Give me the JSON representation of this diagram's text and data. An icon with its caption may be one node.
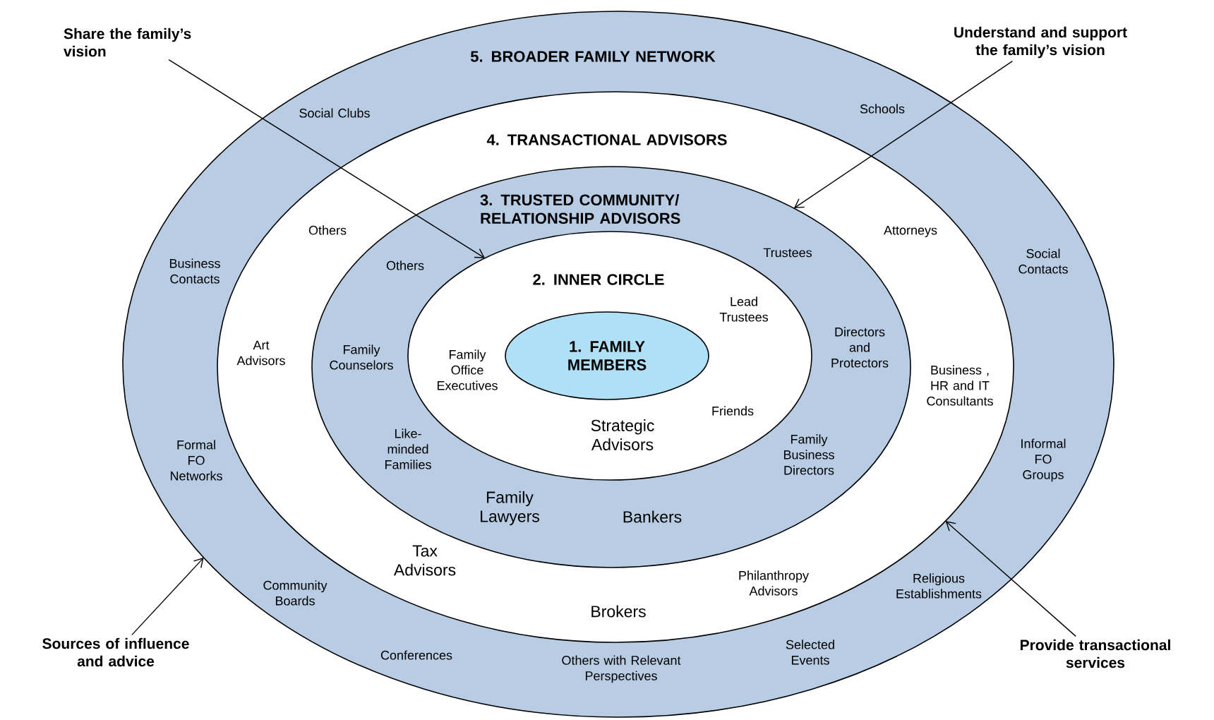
{
  "diagram": {
    "nodes": [
      {
        "text": [
          "5. BROADER FAMILY NETWORK",
          "Social Clubs",
          "Schools",
          "Business Contacts",
          "Social Contacts",
          "Formal FO Networks",
          "Informal FO Groups",
          "Community Boards",
          "Religious Establishments",
          "Conferences",
          "Selected Events",
          "Others with Relevant Perspectives"
        ]
      },
      {
        "text": [
          "4. TRANSACTIONAL ADVISORS",
          "Others",
          "Attorneys",
          "Art Advisors",
          "Business , HR and IT Consultants",
          "Tax Advisors",
          "Philanthropy Advisors",
          "Brokers"
        ],
        "in": 0
      },
      {
        "text": [
          "3. TRUSTED COMMUNITY/ RELATIONSHIP ADVISORS",
          "Others",
          "Trustees",
          "Family Counselors",
          "Directors and Protectors",
          "Like-minded Families",
          "Family Business Directors",
          "Family Lawyers",
          "Bankers"
        ],
        "in": 1
      },
      {
        "text": [
          "2. INNER CIRCLE",
          "Lead Trustees",
          "Family Office Executives",
          "Strategic Advisors",
          "Friends"
        ],
        "in": 2
      },
      {
        "text": [
          "1. FAMILY MEMBERS"
        ],
        "in": 3
      },
      {
        "text": [
          "Share the family’s vision"
        ]
      },
      {
        "text": [
          "Understand and support the family’s vision"
        ]
      },
      {
        "text": [
          "Sources of influence and advice"
        ]
      },
      {
        "text": [
          "Provide transactional services"
        ]
      }
    ],
    "edges": [
      {
        "from": 5,
        "to": 3,
        "arrow": "to"
      },
      {
        "from": 6,
        "to": 2,
        "arrow": "to"
      },
      {
        "from": 7,
        "to": 0,
        "arrow": "to"
      },
      {
        "from": 8,
        "to": 1,
        "arrow": "to"
      }
    ]
  }
}
